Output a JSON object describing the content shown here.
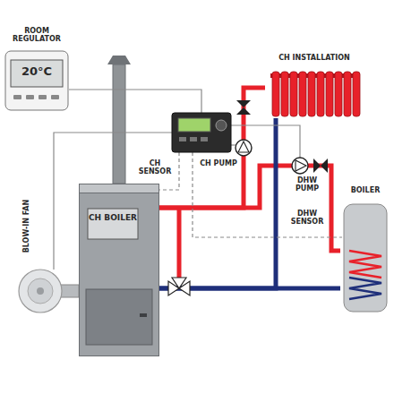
{
  "diagram": {
    "nodes": [
      {
        "text": [
          "ROOM REGULATOR",
          "20°C"
        ]
      },
      {
        "text": [
          "CH BOILER"
        ]
      },
      {
        "text": [
          "CH INSTALLATION"
        ]
      },
      {
        "text": [
          "BOILER"
        ]
      }
    ],
    "edges": [
      {
        "from": 1,
        "to": 2,
        "arrow": "none"
      },
      {
        "from": 1,
        "to": 3,
        "arrow": "none"
      },
      {
        "from": 2,
        "to": 1,
        "arrow": "none"
      },
      {
        "from": 3,
        "to": 1,
        "arrow": "none"
      }
    ],
    "labels": [
      "CH SENSOR",
      "CH PUMP",
      "DHW PUMP",
      "DHW SENSOR",
      "BLOW-IN FAN"
    ]
  }
}
